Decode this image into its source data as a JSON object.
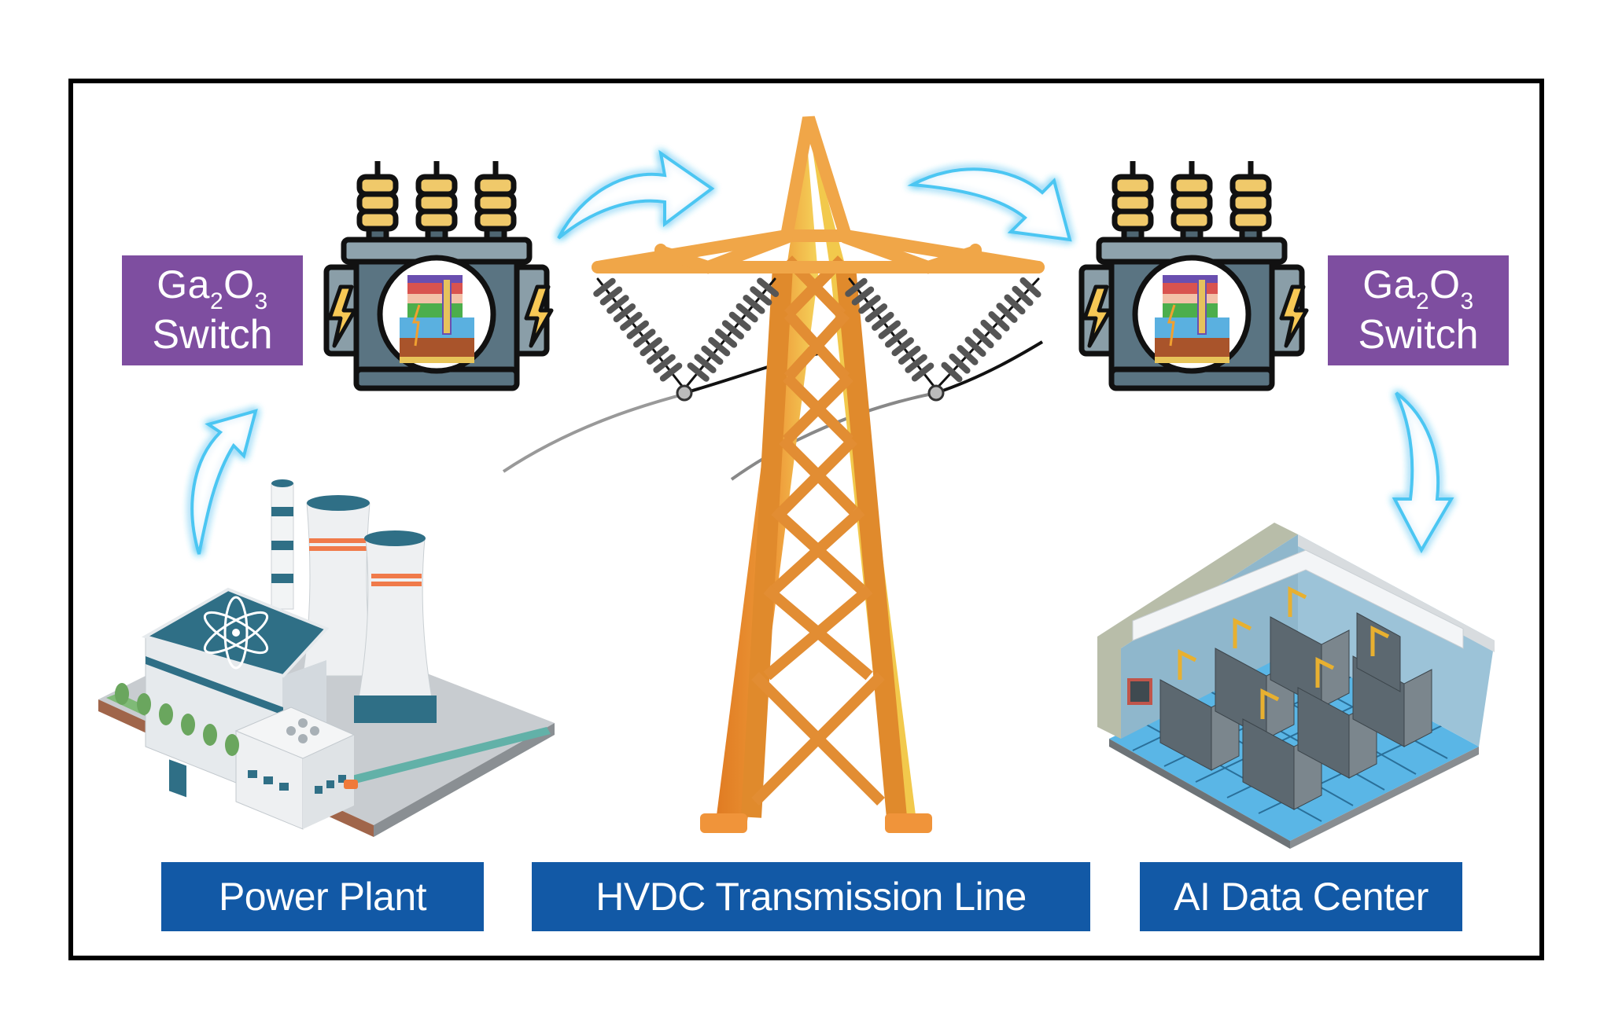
{
  "diagram": {
    "title": "Ga2O3 power switches in HVDC power delivery chain",
    "switch_left": {
      "formula_parts": [
        "Ga",
        "2",
        "O",
        "3"
      ],
      "label": "Switch"
    },
    "switch_right": {
      "formula_parts": [
        "Ga",
        "2",
        "O",
        "3"
      ],
      "label": "Switch"
    },
    "stages": [
      {
        "label": "Power Plant"
      },
      {
        "label": "HVDC Transmission Line"
      },
      {
        "label": "AI Data Center"
      }
    ],
    "flow": [
      "Power Plant",
      "Ga2O3 Switch (transformer)",
      "HVDC Transmission Line",
      "Ga2O3 Switch (transformer)",
      "AI Data Center"
    ],
    "icons": {
      "transformer_left": "transformer-icon",
      "transformer_right": "transformer-icon",
      "tower": "transmission-tower-icon",
      "plant": "nuclear-power-plant-icon",
      "datacenter": "server-room-icon",
      "arrows": "glowing-arrow-icon"
    },
    "colors": {
      "switch_bg": "#7e4ea0",
      "label_bg": "#1259a6",
      "arrow_glow": "#4cc6f2",
      "tower_orange": "#e8902f",
      "tower_yellow": "#f2c94c",
      "transformer_body": "#5a7482",
      "bushing_gold": "#f0c96a"
    }
  }
}
